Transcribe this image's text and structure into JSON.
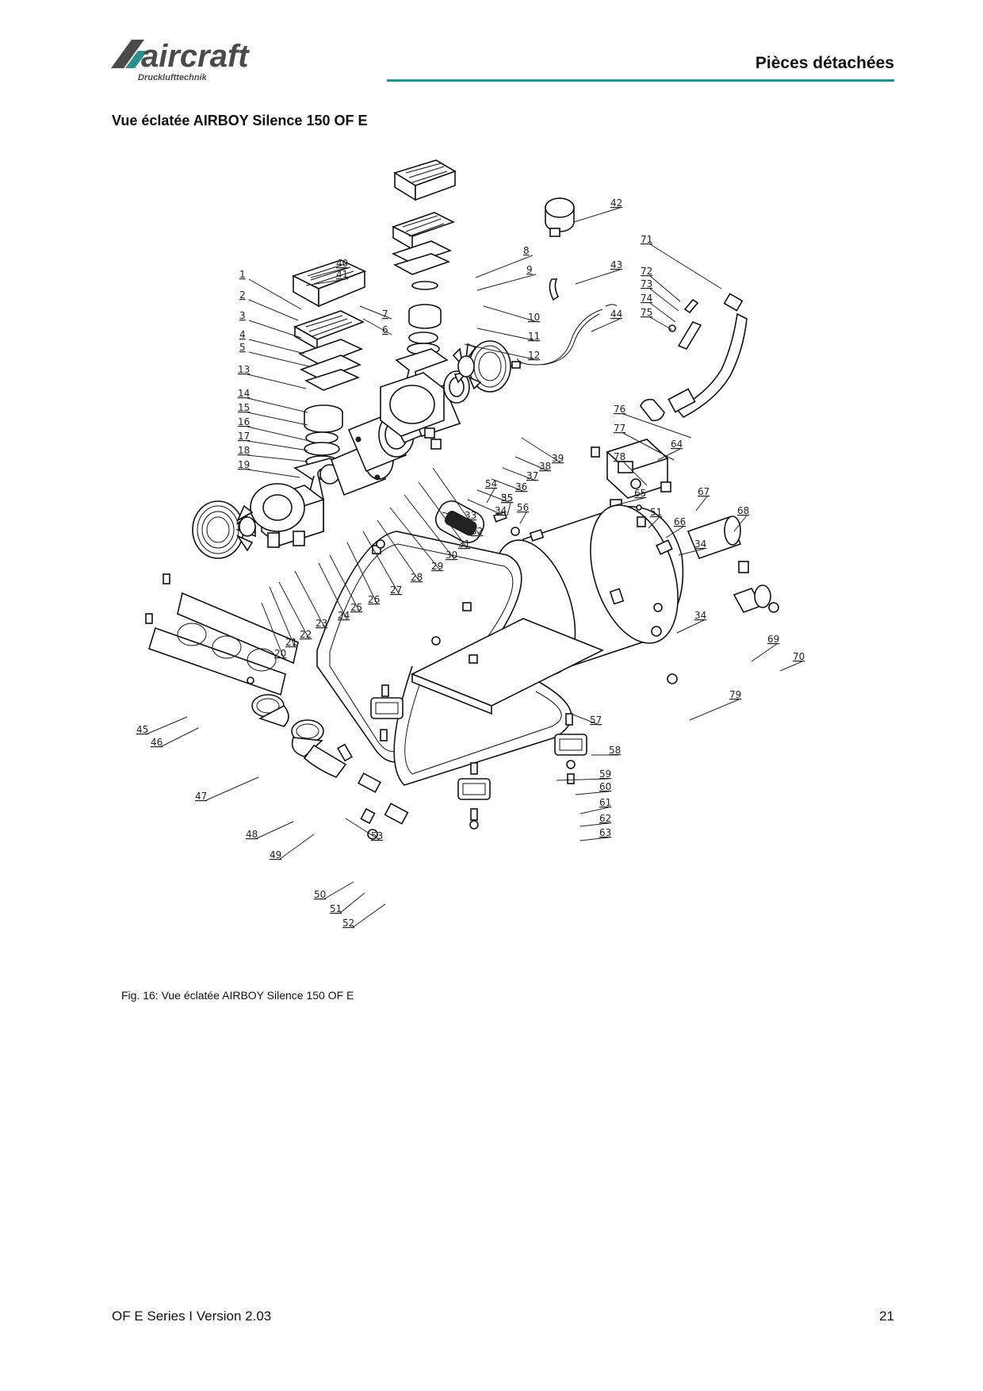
{
  "header": {
    "brand": "aircraft",
    "brand_sub": "Drucklufttechnik",
    "title": "Pièces détachées"
  },
  "section_title": "Vue éclatée AIRBOY Silence 150 OF E",
  "caption": "Fig. 16: Vue éclatée AIRBOY Silence 150 OF E",
  "footer": {
    "left": "OF E Series I Version 2.03",
    "page_number": "21"
  },
  "colors": {
    "accent_rule": "#2d8f8c",
    "logo": "#4a4a4a"
  },
  "part_numbers": [
    "1",
    "2",
    "3",
    "4",
    "5",
    "6",
    "7",
    "8",
    "9",
    "10",
    "11",
    "12",
    "13",
    "14",
    "15",
    "16",
    "17",
    "18",
    "19",
    "20",
    "21",
    "22",
    "23",
    "24",
    "25",
    "26",
    "27",
    "28",
    "29",
    "30",
    "31",
    "32",
    "33",
    "34",
    "35",
    "36",
    "37",
    "38",
    "39",
    "40",
    "41",
    "42",
    "43",
    "44",
    "45",
    "46",
    "47",
    "48",
    "49",
    "50",
    "51",
    "52",
    "53",
    "54",
    "55",
    "56",
    "57",
    "58",
    "59",
    "60",
    "61",
    "62",
    "63",
    "64",
    "65",
    "66",
    "67",
    "68",
    "69",
    "70",
    "71",
    "72",
    "73",
    "74",
    "75",
    "76",
    "77",
    "78",
    "79"
  ],
  "extra_labels": [
    "34",
    "34",
    "51"
  ]
}
